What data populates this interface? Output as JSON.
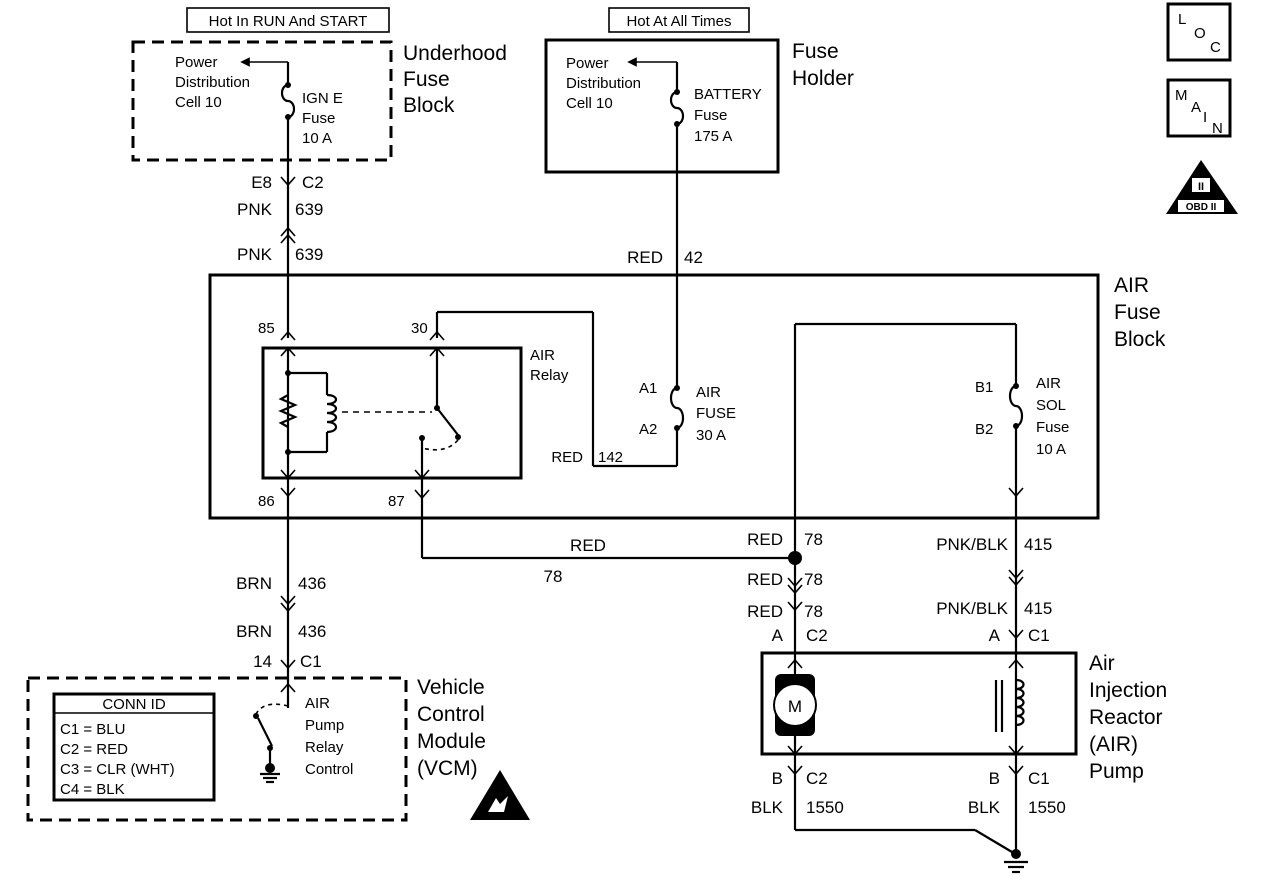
{
  "top_labels": {
    "hot_run_start": "Hot In RUN And START",
    "hot_all_times": "Hot At All Times"
  },
  "underhood": {
    "power_line1": "Power",
    "power_line2": "Distribution",
    "power_line3": "Cell 10",
    "fuse_line1": "IGN E",
    "fuse_line2": "Fuse",
    "fuse_line3": "10 A",
    "name_line1": "Underhood",
    "name_line2": "Fuse",
    "name_line3": "Block"
  },
  "fuse_holder": {
    "power_line1": "Power",
    "power_line2": "Distribution",
    "power_line3": "Cell 10",
    "fuse_line1": "BATTERY",
    "fuse_line2": "Fuse",
    "fuse_line3": "175 A",
    "name_line1": "Fuse",
    "name_line2": "Holder"
  },
  "badges": {
    "loc": [
      "L",
      "O",
      "C"
    ],
    "main": [
      "M",
      "A",
      "I",
      "N"
    ],
    "obd": "OBD II",
    "obd_roman": "II"
  },
  "wires": {
    "e8": "E8",
    "c2_top": "C2",
    "pnk1": "PNK",
    "n639a": "639",
    "pnk2": "PNK",
    "n639b": "639",
    "red42": "RED",
    "n42": "42",
    "red142": "RED",
    "n142": "142",
    "red78_h": "RED",
    "n78_h": "78",
    "red78_j": "RED",
    "n78_j": "78",
    "red78_b": "RED",
    "n78_b": "78",
    "red78_c": "RED",
    "n78_c": "78",
    "pnkblk1": "PNK/BLK",
    "n415a": "415",
    "pnkblk2": "PNK/BLK",
    "n415b": "415",
    "brn1": "BRN",
    "n436a": "436",
    "brn2": "BRN",
    "n436b": "436",
    "n14": "14",
    "c1_vcm": "C1",
    "a_left": "A",
    "c2_pump": "C2",
    "a_right": "A",
    "c1_pump": "C1",
    "b_left": "B",
    "c2_bot": "C2",
    "b_right": "B",
    "c1_bot": "C1",
    "blk1": "BLK",
    "n1550a": "1550",
    "blk2": "BLK",
    "n1550b": "1550"
  },
  "air_fuse_block": {
    "name_line1": "AIR",
    "name_line2": "Fuse",
    "name_line3": "Block",
    "pin85": "85",
    "pin30": "30",
    "pin86": "86",
    "pin87": "87",
    "relay_line1": "AIR",
    "relay_line2": "Relay",
    "a1": "A1",
    "a2": "A2",
    "fuse_line1": "AIR",
    "fuse_line2": "FUSE",
    "fuse_line3": "30 A",
    "b1": "B1",
    "b2": "B2",
    "sol_line1": "AIR",
    "sol_line2": "SOL",
    "sol_line3": "Fuse",
    "sol_line4": "10 A"
  },
  "vcm": {
    "conn_title": "CONN ID",
    "conn": [
      "C1 = BLU",
      "C2 = RED",
      "C3 = CLR (WHT)",
      "C4 = BLK"
    ],
    "ctrl_line1": "AIR",
    "ctrl_line2": "Pump",
    "ctrl_line3": "Relay",
    "ctrl_line4": "Control",
    "name_line1": "Vehicle",
    "name_line2": "Control",
    "name_line3": "Module",
    "name_line4": "(VCM)"
  },
  "pump": {
    "motor": "M",
    "name_line1": "Air",
    "name_line2": "Injection",
    "name_line3": "Reactor",
    "name_line4": "(AIR)",
    "name_line5": "Pump"
  }
}
